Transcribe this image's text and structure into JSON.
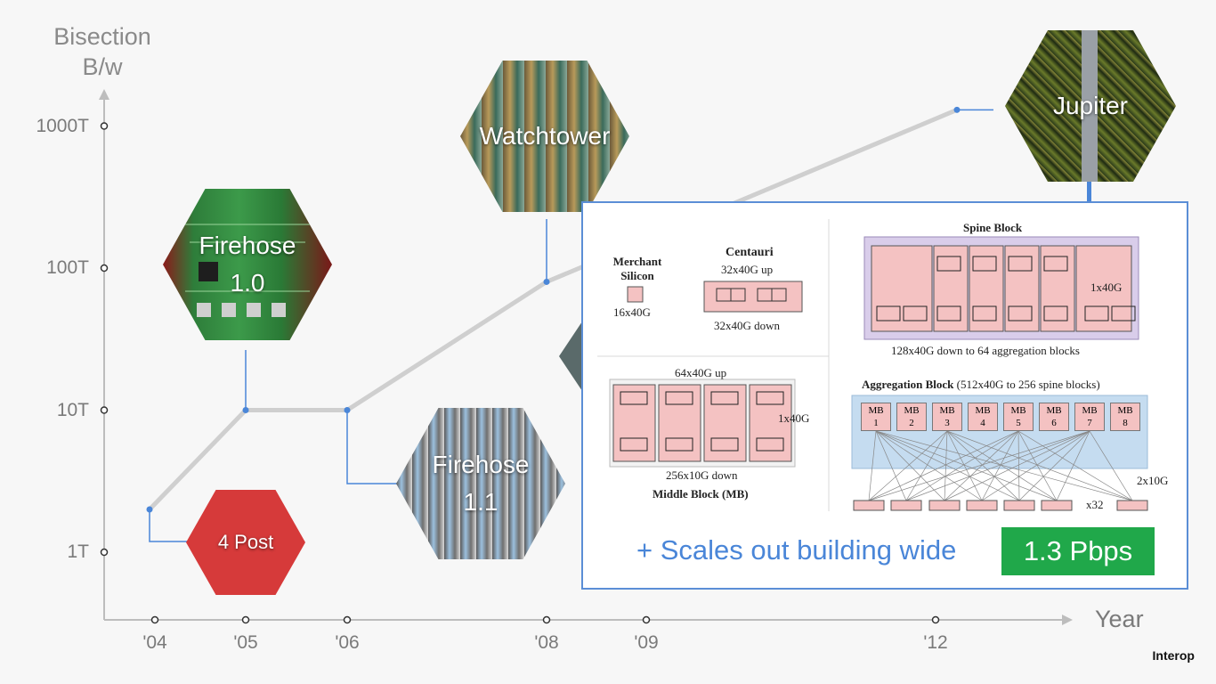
{
  "chart_data": {
    "type": "line",
    "ylabel": "Bisection\nB/w",
    "xlabel": "Year",
    "y_scale": "log",
    "y_ticks": [
      "1T",
      "10T",
      "100T",
      "1000T"
    ],
    "x_ticks": [
      "'04",
      "'05",
      "'06",
      "'08",
      "'09",
      "'12"
    ],
    "series": [
      {
        "points": [
          {
            "x": 2004,
            "y": 2,
            "label": "4 Post"
          },
          {
            "x": 2005,
            "y": 10,
            "label": "Firehose 1.0"
          },
          {
            "x": 2006,
            "y": 10,
            "label": "Firehose 1.1"
          },
          {
            "x": 2008,
            "y": 80,
            "label": "Watchtower"
          },
          {
            "x": 2012,
            "y": 1300,
            "label": "Jupiter"
          }
        ]
      }
    ],
    "colors": {
      "line": "#cfcfcf",
      "point": "#4a86d8",
      "four_post": "#d63a3a",
      "accent_green": "#20a84a",
      "accent_blue": "#4a86d8"
    }
  },
  "callout": {
    "merchant_silicon": [
      "Merchant",
      "Silicon"
    ],
    "merchant_ports": "16x40G",
    "centauri_title": "Centauri",
    "centauri_up": "32x40G up",
    "centauri_down": "32x40G down",
    "spine_title": "Spine Block",
    "spine_link": "1x40G",
    "spine_caption": "128x40G down to 64 aggregation blocks",
    "middle_up": "64x40G up",
    "middle_link": "1x40G",
    "middle_down": "256x10G down",
    "middle_title": "Middle Block (MB)",
    "agg_title": "Aggregation Block",
    "agg_sub": "(512x40G to 256 spine blocks)",
    "mb_cells": [
      "MB\n1",
      "MB\n2",
      "MB\n3",
      "MB\n4",
      "MB\n5",
      "MB\n6",
      "MB\n7",
      "MB\n8"
    ],
    "agg_link": "2x10G",
    "agg_count": "x32",
    "scales_text": "+ Scales out building wide",
    "pbps_text": "1.3 Pbps"
  },
  "brand": "Interop"
}
